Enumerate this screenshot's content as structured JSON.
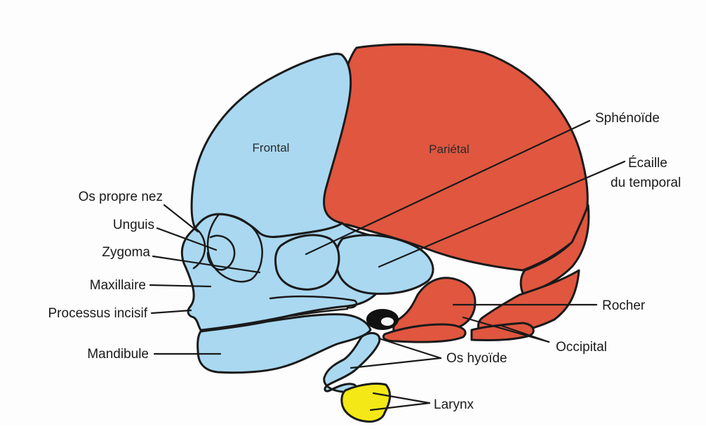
{
  "colors": {
    "frontal_blue": "#a9d8f0",
    "parietal_red": "#e0563f",
    "larynx_yellow": "#f4e816",
    "outline": "#1a1a1a"
  },
  "bones": {
    "frontal": "Frontal",
    "parietal": "Pariétal"
  },
  "labels": {
    "os_propre_nez": "Os propre nez",
    "unguis": "Unguis",
    "zygoma": "Zygoma",
    "maxillaire": "Maxillaire",
    "processus_incisif": "Processus incisif",
    "mandibule": "Mandibule",
    "sphenoide": "Sphénoïde",
    "ecaille_line1": "Écaille",
    "ecaille_line2": "du temporal",
    "rocher": "Rocher",
    "occipital": "Occipital",
    "os_hyoide": "Os hyoïde",
    "larynx": "Larynx"
  }
}
